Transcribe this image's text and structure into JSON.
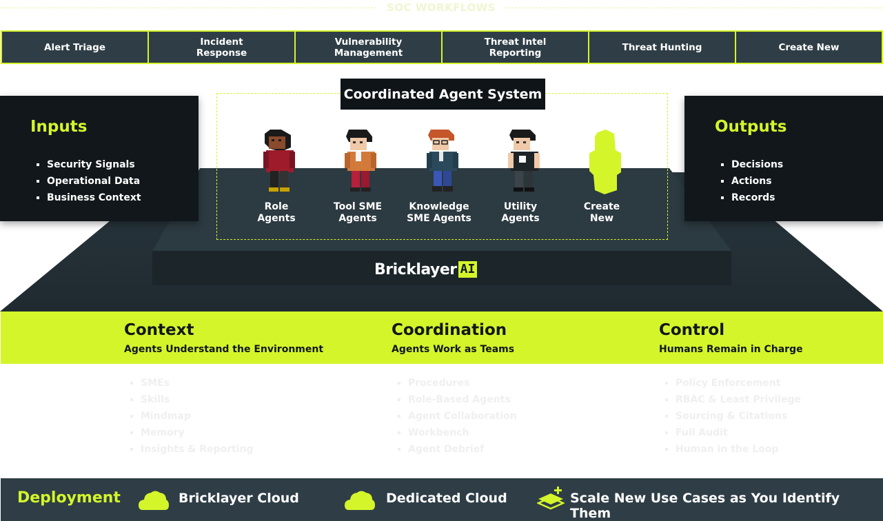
{
  "soc_title": "SOC WORKFLOWS",
  "workflows": [
    {
      "label": "Alert Triage"
    },
    {
      "label": "Incident\nResponse"
    },
    {
      "label": "Vulnerability\nManagement"
    },
    {
      "label": "Threat Intel\nReporting"
    },
    {
      "label": "Threat Hunting"
    },
    {
      "label": "Create New"
    }
  ],
  "inputs": {
    "title": "Inputs",
    "items": [
      "Security Signals",
      "Operational Data",
      "Business Context"
    ]
  },
  "outputs": {
    "title": "Outputs",
    "items": [
      "Decisions",
      "Actions",
      "Records"
    ]
  },
  "agent_system": {
    "title": "Coordinated Agent System",
    "agents": [
      {
        "label": "Role\nAgents",
        "icon": "role-agent-figure-icon"
      },
      {
        "label": "Tool SME\nAgents",
        "icon": "tool-sme-agent-figure-icon"
      },
      {
        "label": "Knowledge\nSME Agents",
        "icon": "knowledge-sme-agent-figure-icon"
      },
      {
        "label": "Utility\nAgents",
        "icon": "utility-agent-figure-icon"
      },
      {
        "label": "Create\nNew",
        "icon": "create-new-agent-silhouette-icon"
      }
    ]
  },
  "logo": {
    "text": "Bricklayer",
    "badge": "AI"
  },
  "pillars": [
    {
      "title": "Context",
      "subtitle": "Agents Understand the Environment",
      "items": [
        "SMEs",
        "Skills",
        "Mindmap",
        "Memory",
        "Insights & Reporting"
      ]
    },
    {
      "title": "Coordination",
      "subtitle": "Agents Work as Teams",
      "items": [
        "Procedures",
        "Role-Based Agents",
        "Agent Collaboration",
        "Workbench",
        "Agent Debrief"
      ]
    },
    {
      "title": "Control",
      "subtitle": "Humans Remain in Charge",
      "items": [
        "Policy Enforcement",
        "RBAC & Least Privilege",
        "Sourcing & Citations",
        "Full Audit",
        "Human in the Loop"
      ]
    }
  ],
  "deployment": {
    "title": "Deployment",
    "options": [
      {
        "label": "Bricklayer Cloud",
        "icon": "cloud-icon"
      },
      {
        "label": "Dedicated Cloud",
        "icon": "cloud-icon"
      },
      {
        "label": "Scale New Use Cases as You Identify Them",
        "icon": "layers-plus-icon"
      }
    ]
  },
  "colors": {
    "accent": "#d4f52a",
    "dark": "#11171b",
    "slate": "#2f3e46"
  }
}
